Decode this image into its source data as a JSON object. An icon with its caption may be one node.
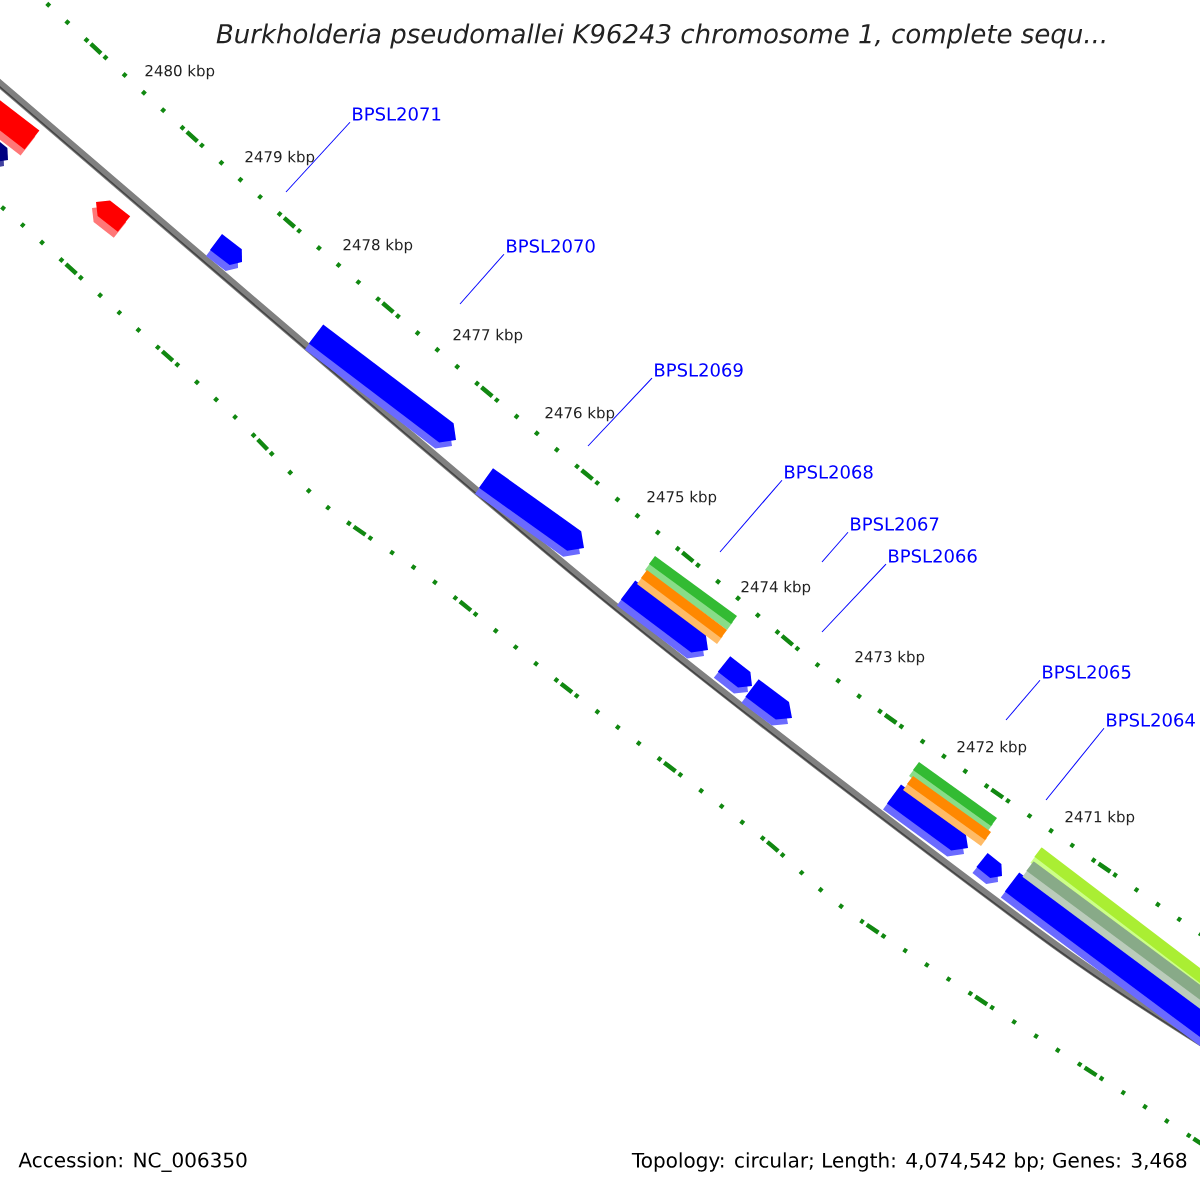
{
  "diagram": {
    "title": "Burkholderia pseudomallei K96243 chromosome 1, complete sequ...",
    "nodes": [
      {
        "text": [
          "BPSL2071"
        ]
      },
      {
        "text": [
          "BPSL2070"
        ]
      },
      {
        "text": [
          "BPSL2069"
        ]
      },
      {
        "text": [
          "BPSL2068"
        ]
      },
      {
        "text": [
          "BPSL2067"
        ]
      },
      {
        "text": [
          "BPSL2066"
        ]
      },
      {
        "text": [
          "BPSL2065"
        ]
      },
      {
        "text": [
          "BPSL2064"
        ]
      }
    ],
    "edges": [
      {
        "from": 0,
        "to": null,
        "arrow": "none",
        "color": "#0000ff"
      },
      {
        "from": 1,
        "to": null,
        "arrow": "none",
        "color": "#0000ff"
      },
      {
        "from": 2,
        "to": null,
        "arrow": "none",
        "color": "#0000ff"
      },
      {
        "from": 3,
        "to": null,
        "arrow": "none",
        "color": "#0000ff"
      },
      {
        "from": 4,
        "to": null,
        "arrow": "none",
        "color": "#0000ff"
      },
      {
        "from": 5,
        "to": null,
        "arrow": "none",
        "color": "#0000ff"
      },
      {
        "from": 6,
        "to": null,
        "arrow": "none",
        "color": "#0000ff"
      },
      {
        "from": 7,
        "to": null,
        "arrow": "none",
        "color": "#0000ff"
      }
    ],
    "labels": [
      "2480 kbp",
      "2479 kbp",
      "2478 kbp",
      "2477 kbp",
      "2476 kbp",
      "2475 kbp",
      "2474 kbp",
      "2473 kbp",
      "2472 kbp",
      "2471 kbp",
      "Accession: NC_006350",
      "Topology: circular; Length: 4,074,542 bp; Genes: 3,468"
    ]
  }
}
